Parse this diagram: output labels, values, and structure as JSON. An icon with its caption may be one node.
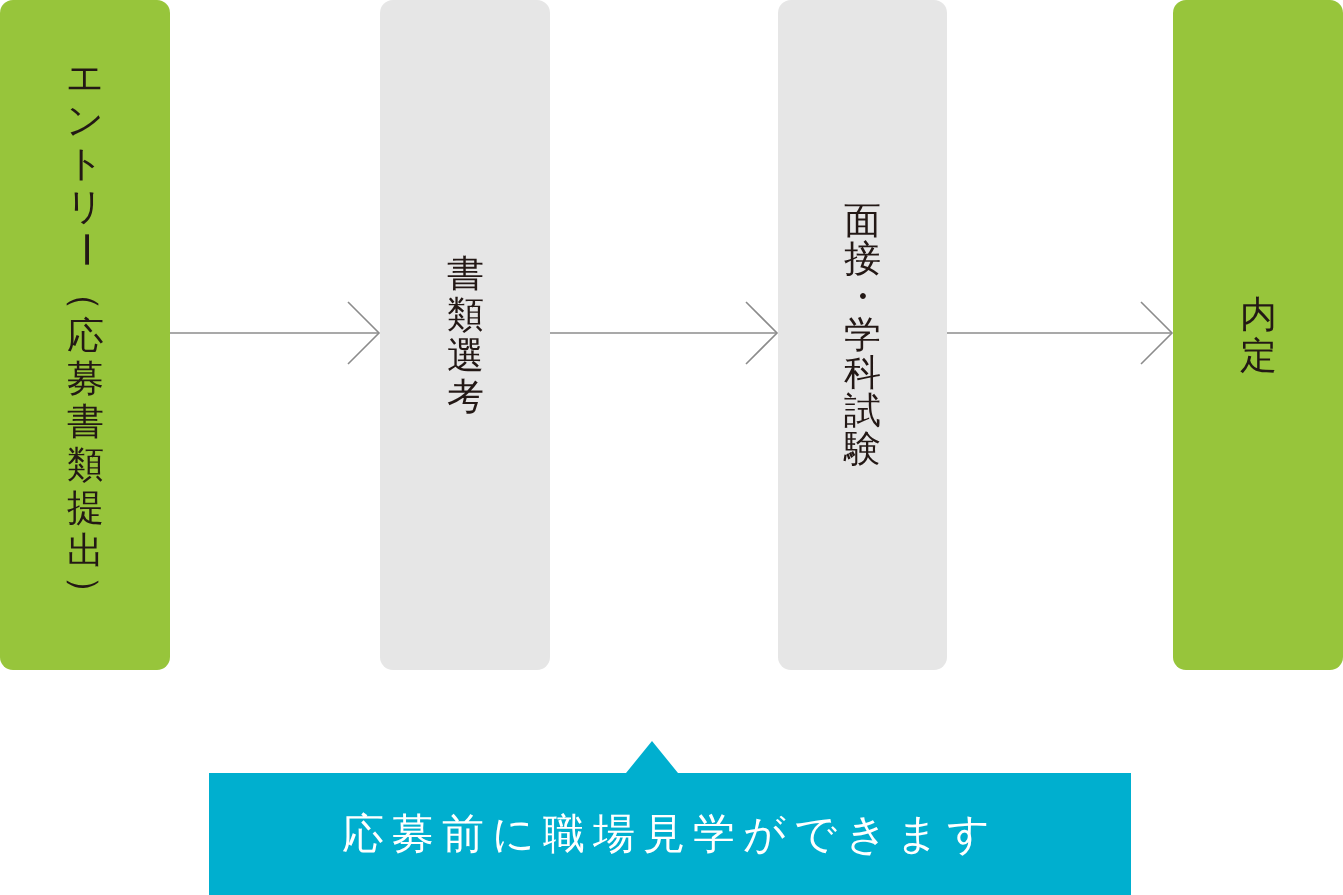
{
  "diagram": {
    "nodes": [
      {
        "text": [
          "エントリー（応募書類提出）"
        ]
      },
      {
        "text": [
          "書類選考"
        ]
      },
      {
        "text": [
          "面接・学科試験"
        ]
      },
      {
        "text": [
          "内定"
        ]
      },
      {
        "text": [
          "応募前に職場見学ができます"
        ]
      }
    ],
    "edges": [
      {
        "from": 0,
        "to": 1,
        "arrow": "to"
      },
      {
        "from": 1,
        "to": 2,
        "arrow": "to"
      },
      {
        "from": 2,
        "to": 3,
        "arrow": "to"
      }
    ]
  }
}
